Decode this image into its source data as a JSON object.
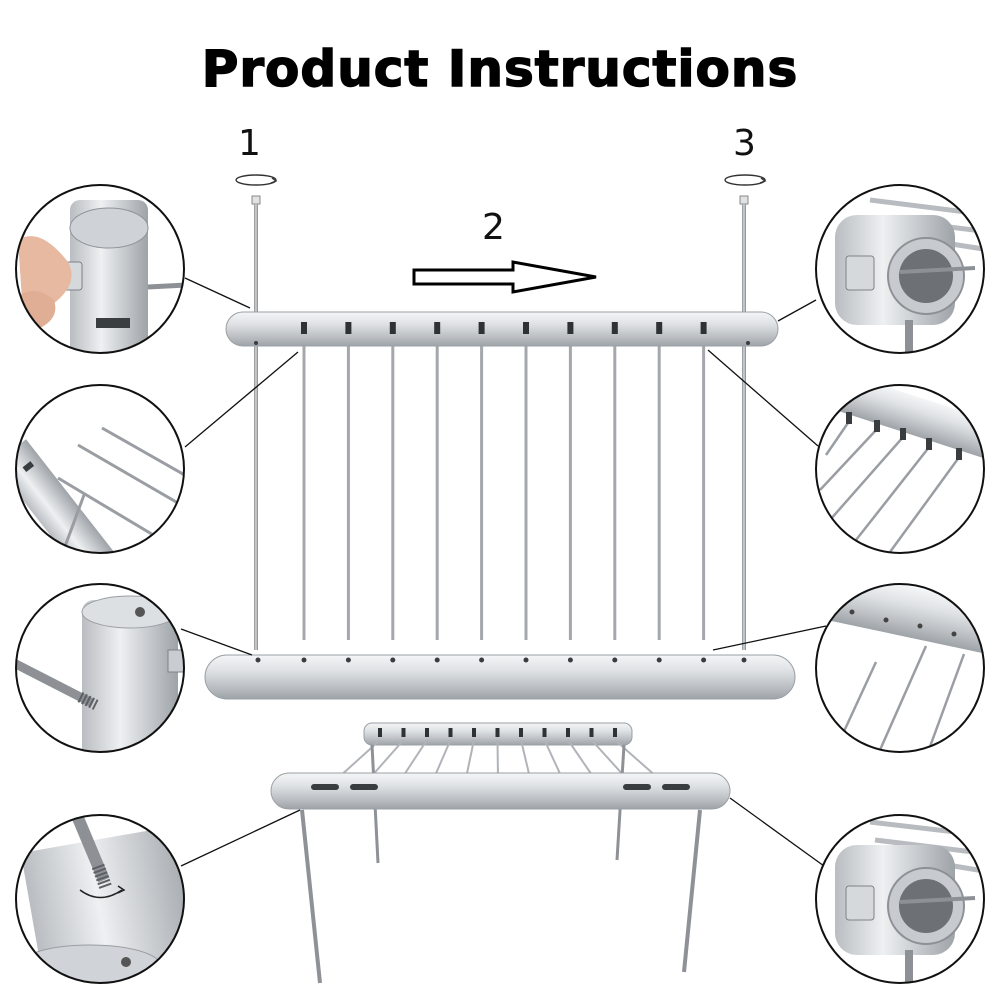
{
  "title": "Product Instructions",
  "steps": [
    "1",
    "2",
    "3"
  ],
  "colors": {
    "tube_light": "#e4e6e8",
    "tube_mid": "#c2c6ca",
    "tube_dark": "#8c9196",
    "rod": "#a8acb0",
    "outline": "#111111"
  }
}
